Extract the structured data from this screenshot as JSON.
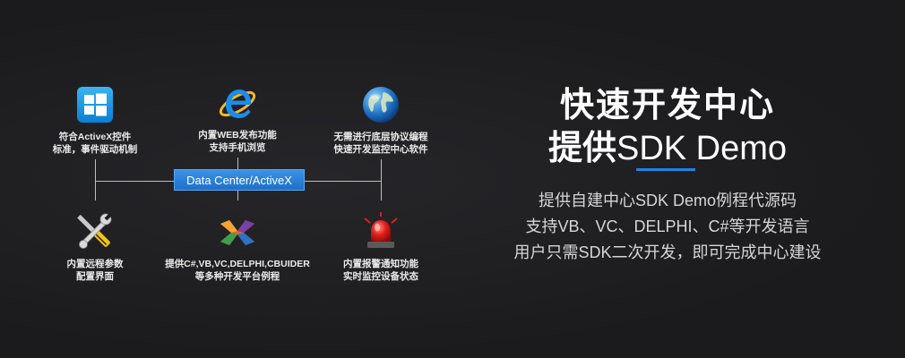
{
  "diagram": {
    "center_label": "Data Center/ActiveX",
    "nodes": [
      {
        "icon": "windows-icon",
        "line1": "符合ActiveX控件",
        "line2": "标准，事件驱动机制"
      },
      {
        "icon": "internet-explorer-icon",
        "line1": "内置WEB发布功能",
        "line2": "支持手机浏览"
      },
      {
        "icon": "globe-icon",
        "line1": "无需进行底层协议编程",
        "line2": "快速开发监控中心软件"
      },
      {
        "icon": "tools-icon",
        "line1": "内置远程参数",
        "line2": "配置界面"
      },
      {
        "icon": "visual-studio-icon",
        "line1": "提供C#,VB,VC,DELPHI,CBUIDER",
        "line2": "等多种开发平台例程"
      },
      {
        "icon": "alarm-siren-icon",
        "line1": "内置报警通知功能",
        "line2": "实时监控设备状态"
      }
    ]
  },
  "heading": {
    "line1": "快速开发中心",
    "line2_cn": "提供",
    "line2_en": "SDK Demo",
    "accent_color": "#1d82e8"
  },
  "description": {
    "line1": "提供自建中心SDK Demo例程代源码",
    "line2": "支持VB、VC、DELPHI、C#等开发语言",
    "line3": "用户只需SDK二次开发，即可完成中心建设"
  }
}
